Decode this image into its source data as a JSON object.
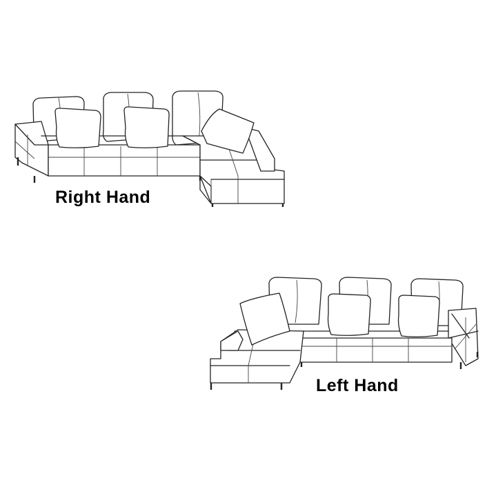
{
  "page": {
    "background": "#ffffff",
    "ink": "#000000"
  },
  "sofas": [
    {
      "id": "right-hand",
      "label": "Right Hand",
      "chaise_side": "right"
    },
    {
      "id": "left-hand",
      "label": "Left Hand",
      "chaise_side": "left"
    }
  ]
}
